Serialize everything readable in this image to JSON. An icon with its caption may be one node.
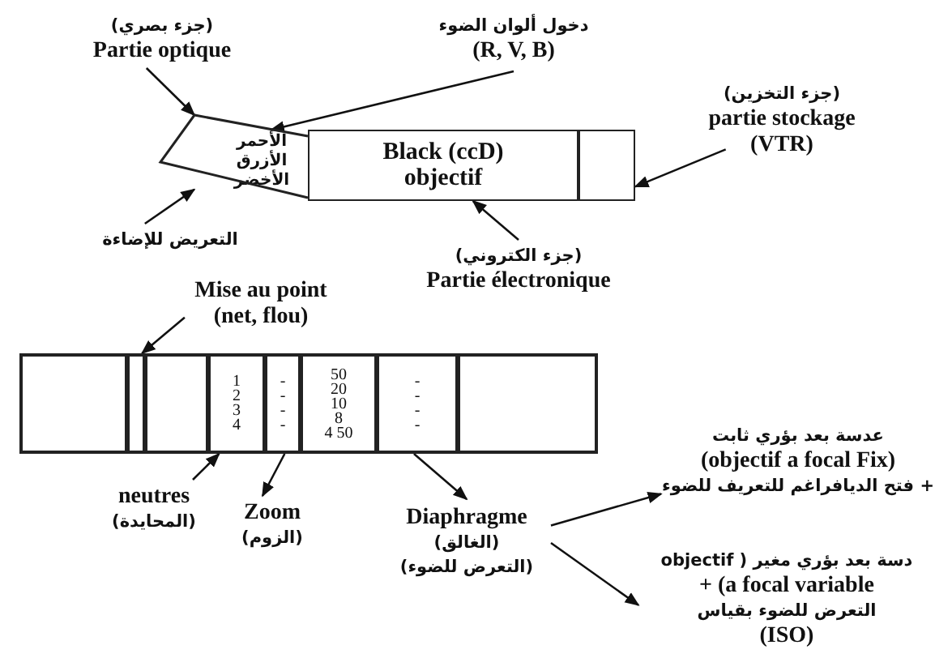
{
  "diagram": {
    "nodes": [
      {
        "text": [
          "الأحمر الأزرق الأخضر"
        ]
      },
      {
        "text": [
          "Black (ccD) objectif"
        ]
      },
      {
        "text": [],
        "shape": "box"
      },
      {
        "text": [
          "(جزء بصري)",
          "Partie optique"
        ]
      },
      {
        "text": [
          "دخول ألوان الضوء",
          "(R, V, B)"
        ]
      },
      {
        "text": [
          "(جزء التخزين)",
          "partie stockage",
          "(VTR)"
        ]
      },
      {
        "text": [
          "التعريض للإضاءة"
        ]
      },
      {
        "text": [
          "(جزء الكتروني)",
          "Partie électronique"
        ]
      },
      {
        "text": [],
        "shape": "box"
      },
      {
        "text": [],
        "shape": "box",
        "in": 8
      },
      {
        "text": [],
        "shape": "box",
        "in": 8
      },
      {
        "text": [],
        "shape": "box",
        "in": 8
      },
      {
        "text": [
          "1",
          "2",
          "3",
          "4"
        ],
        "in": 8
      },
      {
        "text": [
          "-",
          "-",
          "-",
          "-"
        ],
        "in": 8
      },
      {
        "text": [
          "50",
          "20",
          "10",
          "8",
          "4 50"
        ],
        "in": 8
      },
      {
        "text": [
          "-",
          "-",
          "-",
          "-"
        ],
        "in": 8
      },
      {
        "text": [],
        "shape": "box",
        "in": 8
      },
      {
        "text": [
          "Mise au point",
          "(net, flou)"
        ]
      },
      {
        "text": [
          "neutres",
          "(المحايدة)"
        ]
      },
      {
        "text": [
          "Zoom",
          "(الزوم)"
        ]
      },
      {
        "text": [
          "Diaphragme",
          "(الغالق)",
          "(التعرض للضوء)"
        ]
      },
      {
        "text": [
          "عدسة بعد بؤري ثابت",
          "(objectif a focal Fix)",
          "+ فتح الديافراغم للتعريف للضوء"
        ]
      },
      {
        "text": [
          "دسة بعد بؤري مغير ( objectif",
          "+ (a focal variable",
          "التعرض للضوء بقياس",
          "(ISO)"
        ]
      }
    ],
    "edges": [
      {
        "from": 3,
        "to": 0,
        "arrow": "to"
      },
      {
        "from": 4,
        "to": 0,
        "arrow": "to"
      },
      {
        "from": 5,
        "to": 2,
        "arrow": "to"
      },
      {
        "from": 6,
        "to": 0,
        "arrow": "to"
      },
      {
        "from": 7,
        "to": 1,
        "arrow": "to"
      },
      {
        "from": 17,
        "to": 10,
        "arrow": "to"
      },
      {
        "from": 18,
        "to": 12,
        "arrow": "to"
      },
      {
        "from": 13,
        "to": 19,
        "arrow": "to"
      },
      {
        "from": 15,
        "to": 20,
        "arrow": "to"
      },
      {
        "from": 20,
        "to": 21,
        "arrow": "to"
      },
      {
        "from": 20,
        "to": 22,
        "arrow": "to"
      }
    ]
  }
}
